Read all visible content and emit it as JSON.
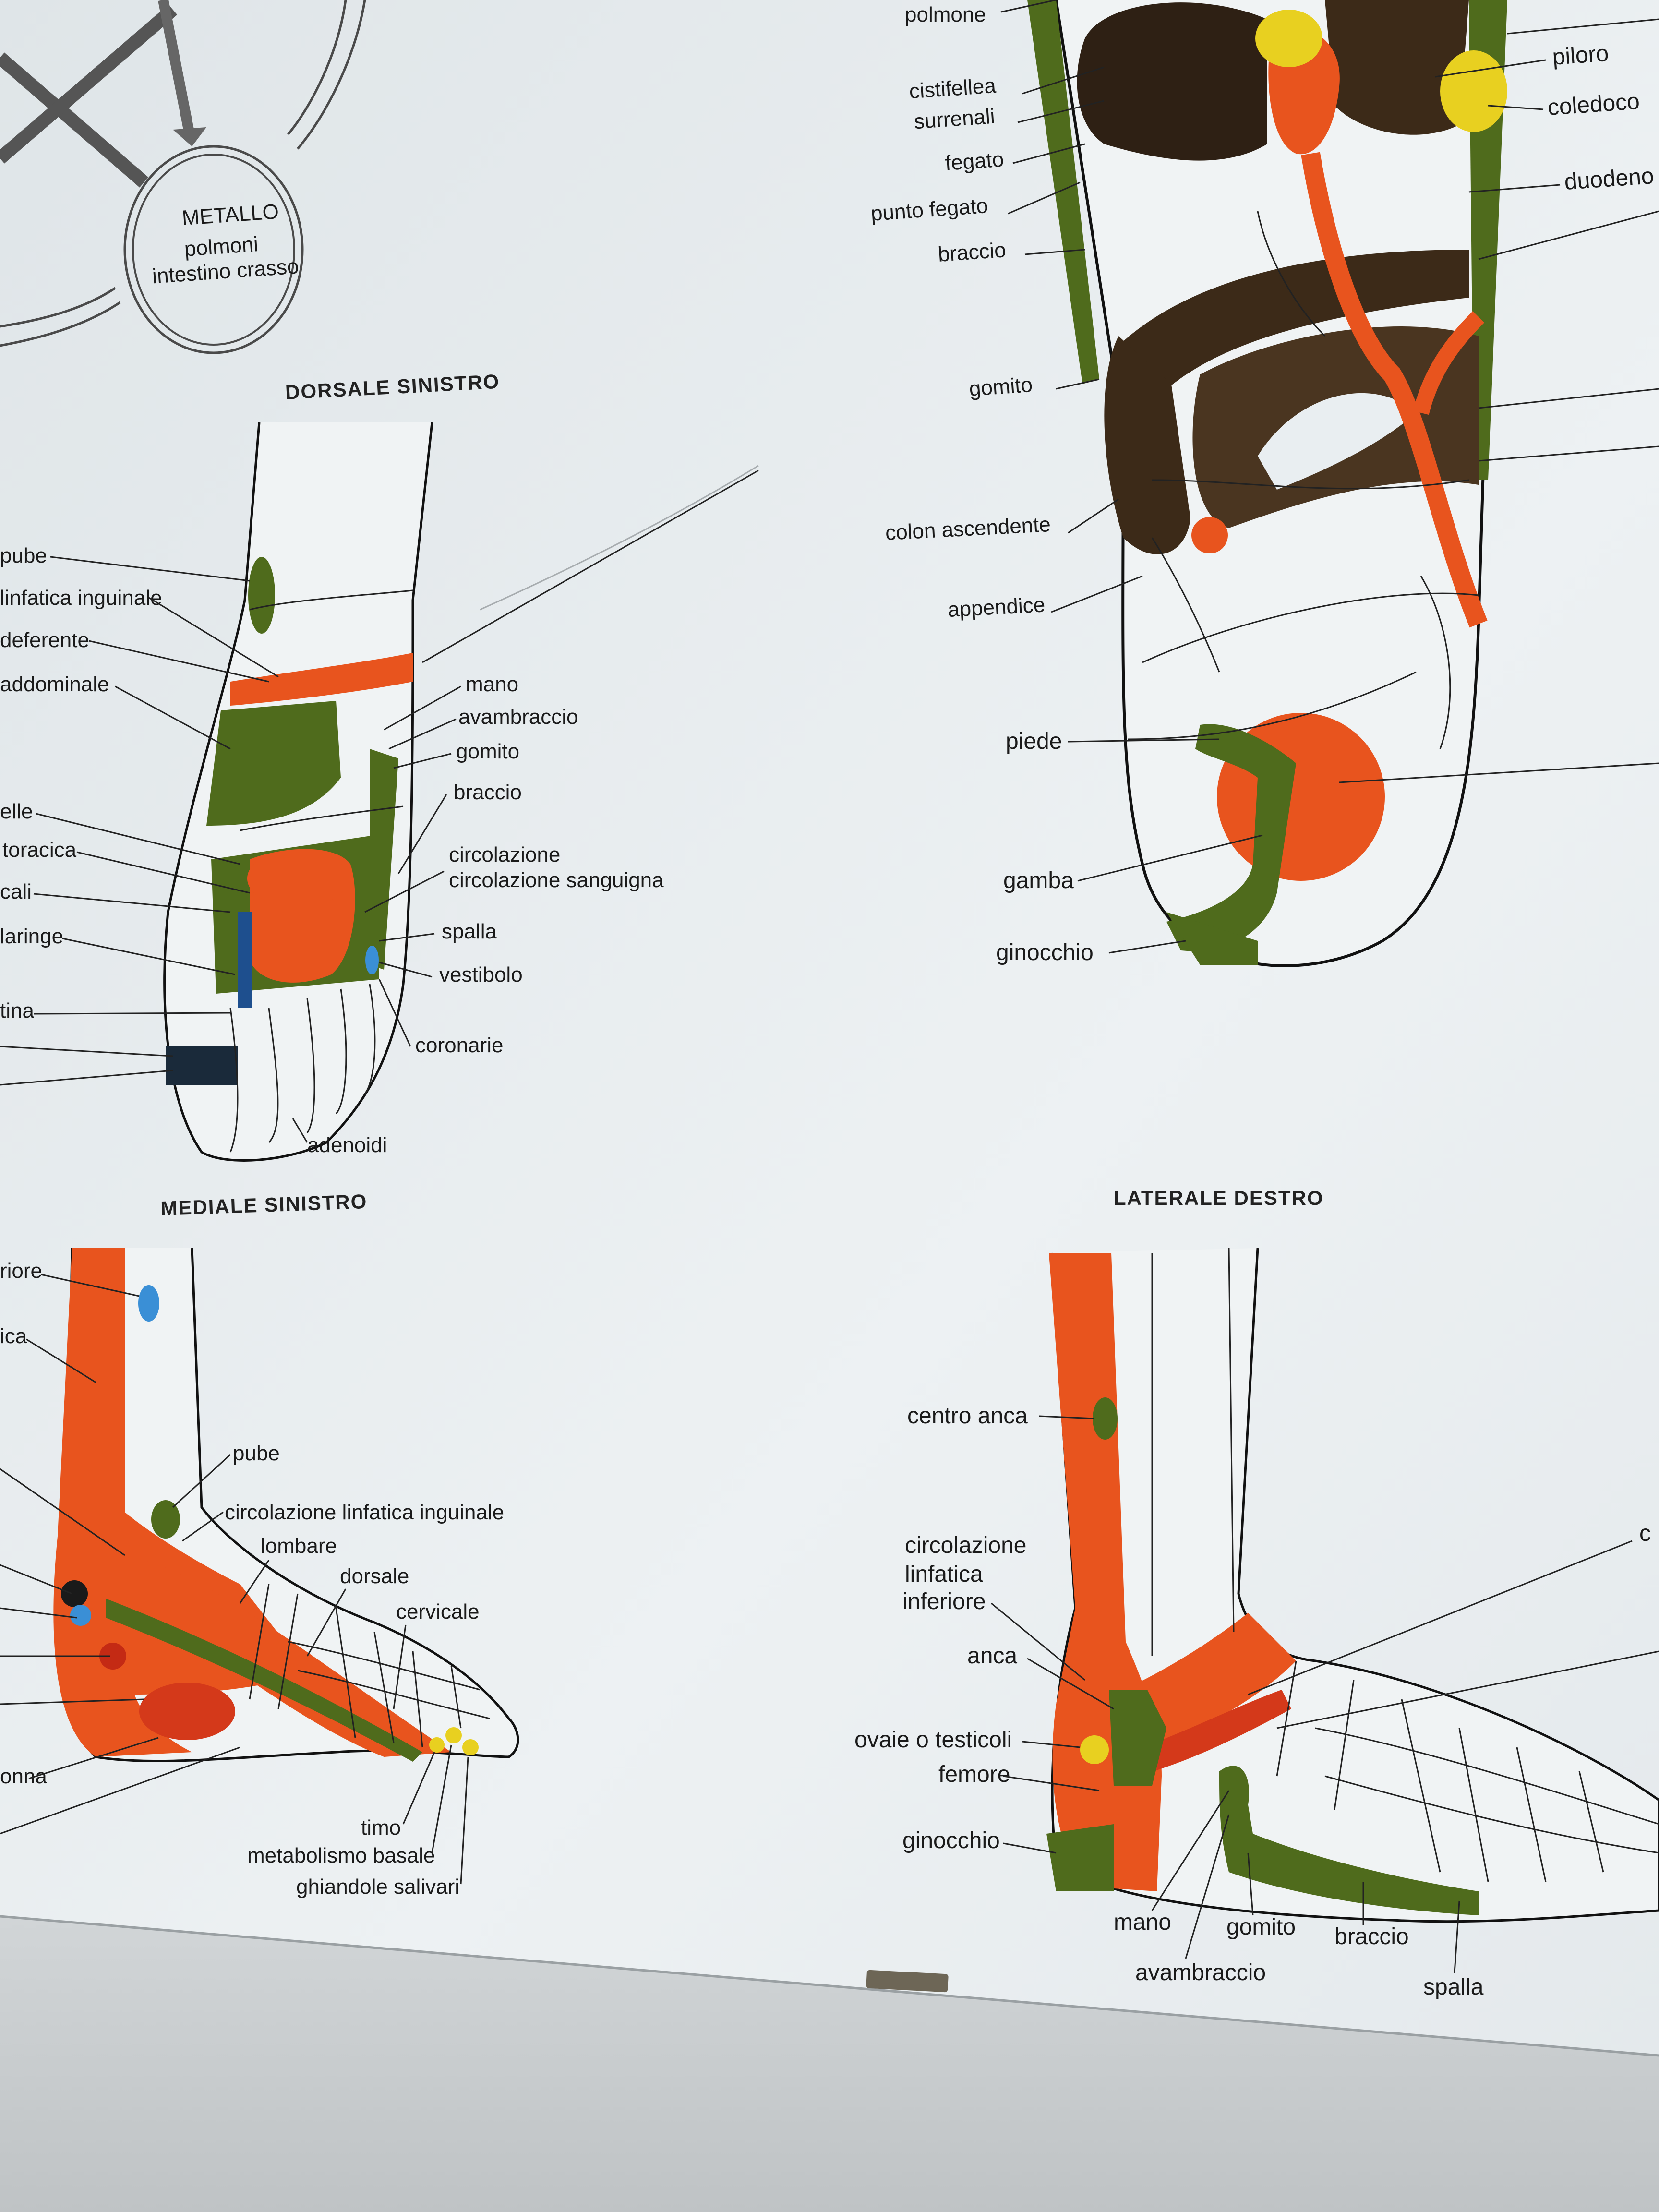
{
  "colors": {
    "orange": "#e8541e",
    "green": "#4f6b1c",
    "brown": "#3c2a18",
    "yellow": "#e8d020",
    "blue": "#3a8fd6",
    "paper": "#e9eef1",
    "wall": "#d8dcde"
  },
  "element_cycle": {
    "metal_title": "METALLO",
    "metal_line1": "polmoni",
    "metal_line2": "intestino crasso"
  },
  "sole_right": {
    "labels": [
      "polmone",
      "cistifellea",
      "surrenali",
      "fegato",
      "punto fegato",
      "braccio",
      "gomito",
      "colon ascendente",
      "appendice",
      "piede",
      "gamba",
      "ginocchio",
      "piloro",
      "coledoco",
      "duodeno"
    ]
  },
  "dorsal_left": {
    "title": "DORSALE SINISTRO",
    "left_labels": [
      "pube",
      "linfatica inguinale",
      "deferente",
      "addominale",
      "elle",
      "toracica",
      "cali",
      "laringe",
      "tina"
    ],
    "right_labels": [
      "mano",
      "avambraccio",
      "gomito",
      "braccio",
      "circolazione sanguigna",
      "spalla",
      "vestibolo",
      "coronarie",
      "adenoidi"
    ]
  },
  "medial_left": {
    "title": "MEDIALE SINISTRO",
    "labels": [
      "riore",
      "ica",
      "pube",
      "circolazione linfatica inguinale",
      "lombare",
      "dorsale",
      "cervicale",
      "onna",
      "timo",
      "metabolismo basale",
      "ghiandole salivari"
    ]
  },
  "lateral_right": {
    "title": "LATERALE DESTRO",
    "labels": [
      "centro anca",
      "circolazione",
      "linfatica",
      "inferiore",
      "anca",
      "ovaie o testicoli",
      "femore",
      "ginocchio",
      "mano",
      "gomito",
      "braccio",
      "avambraccio",
      "spalla",
      "c"
    ]
  }
}
